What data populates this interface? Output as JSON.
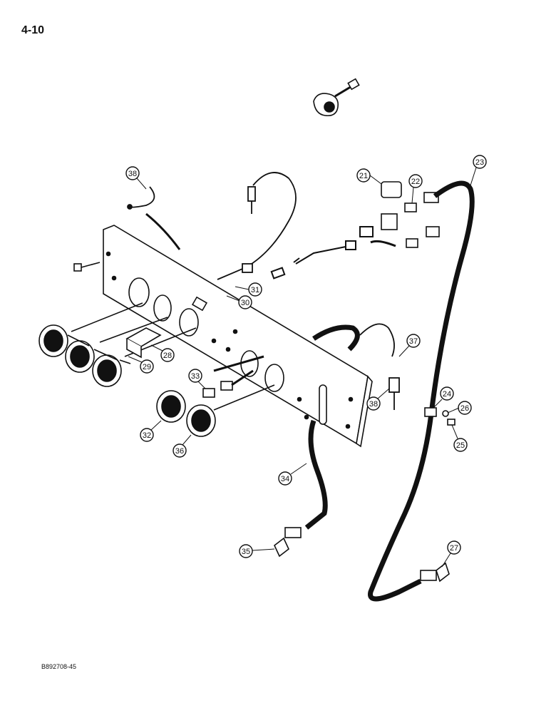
{
  "page_number": "4-10",
  "figure_code": "B892708-45",
  "callouts": [
    "21",
    "22",
    "23",
    "24",
    "25",
    "26",
    "27",
    "28",
    "29",
    "30",
    "31",
    "32",
    "33",
    "34",
    "35",
    "36",
    "37",
    "38",
    "38"
  ]
}
